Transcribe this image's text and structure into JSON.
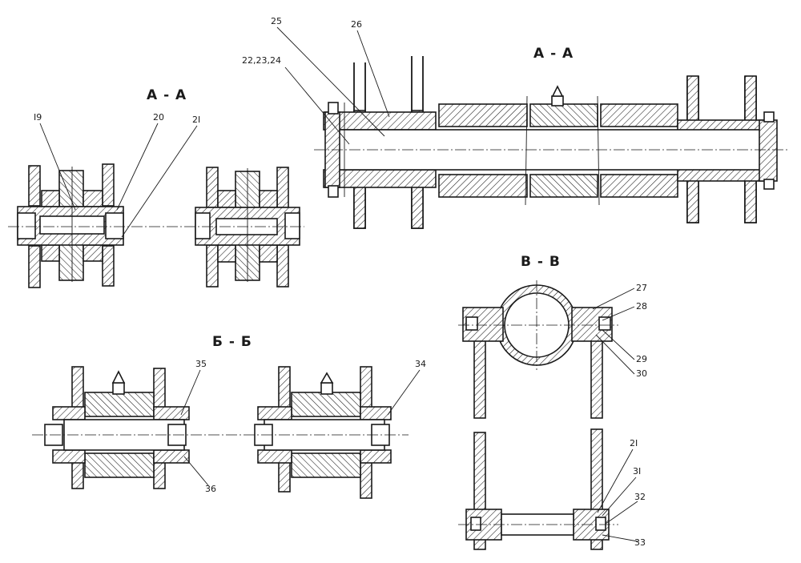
{
  "sections": {
    "aa_left": "А - А",
    "aa_right": "А - А",
    "bb": "Б - Б",
    "vv": "В - В"
  },
  "callouts": {
    "c19": "I9",
    "c20": "20",
    "c21_top": "2I",
    "c22": "22,23,24",
    "c25": "25",
    "c26": "26",
    "c27": "27",
    "c28": "28",
    "c29": "29",
    "c30": "30",
    "c21_bottom": "2I",
    "c31": "3I",
    "c32": "32",
    "c33": "33",
    "c34": "34",
    "c35": "35",
    "c36": "36"
  }
}
